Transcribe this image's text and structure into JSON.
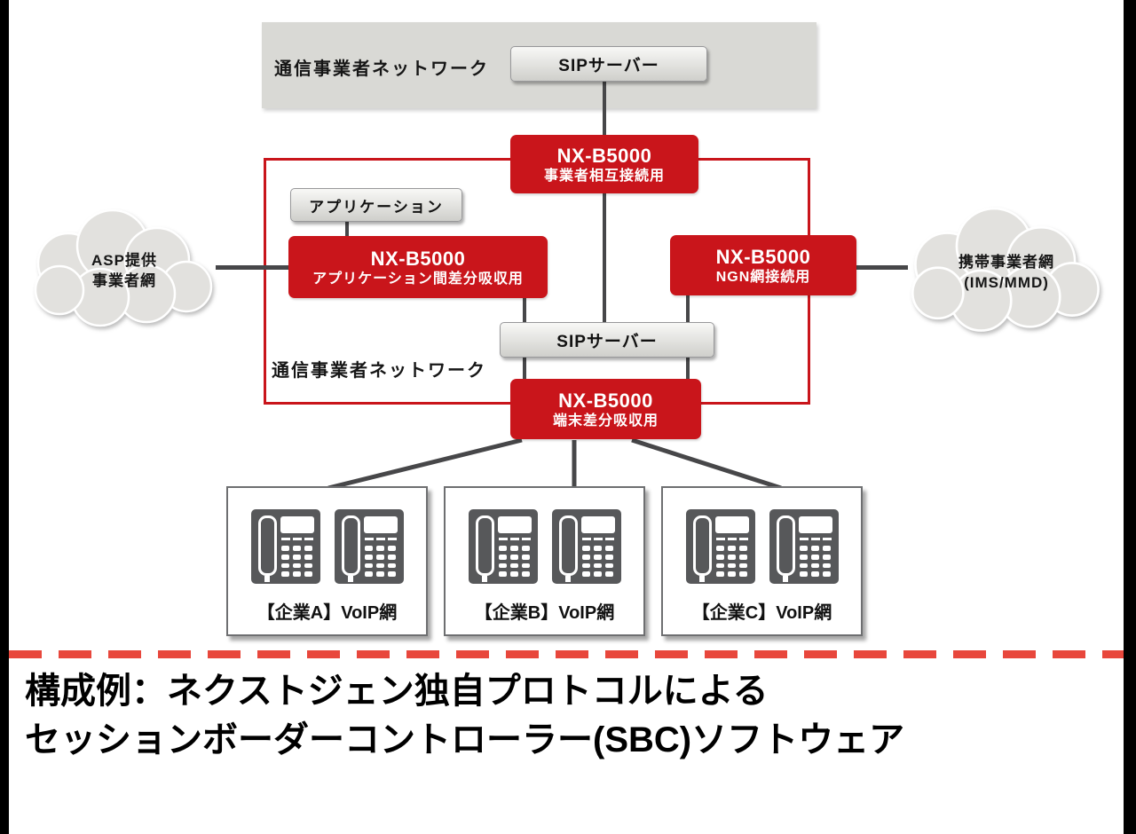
{
  "diagram": {
    "top_network": {
      "label": "通信事業者ネットワーク",
      "sip_server": "SIPサーバー"
    },
    "carrier_interconnect_sbc": {
      "title": "NX-B5000",
      "subtitle": "事業者相互接続用"
    },
    "application_box": "アプリケーション",
    "app_diff_sbc": {
      "title": "NX-B5000",
      "subtitle": "アプリケーション間差分吸収用"
    },
    "ngn_sbc": {
      "title": "NX-B5000",
      "subtitle": "NGN網接続用"
    },
    "inner_network": {
      "label": "通信事業者ネットワーク",
      "sip_server": "SIPサーバー"
    },
    "terminal_diff_sbc": {
      "title": "NX-B5000",
      "subtitle": "端末差分吸収用"
    },
    "left_cloud": {
      "line1": "ASP提供",
      "line2": "事業者網"
    },
    "right_cloud": {
      "line1": "携帯事業者網",
      "line2": "(IMS/MMD)"
    },
    "companies": [
      {
        "label": "【企業A】VoIP網"
      },
      {
        "label": "【企業B】VoIP網"
      },
      {
        "label": "【企業C】VoIP網"
      }
    ]
  },
  "caption": {
    "line1": "構成例：ネクストジェン独自プロトコルによる",
    "line2": "セッションボーダーコントローラー(SBC)ソフトウェア"
  },
  "colors": {
    "sbc_red": "#c9151b",
    "dash_red": "#e8473c",
    "line_gray": "#474749",
    "band_gray": "#d9d9d5"
  }
}
